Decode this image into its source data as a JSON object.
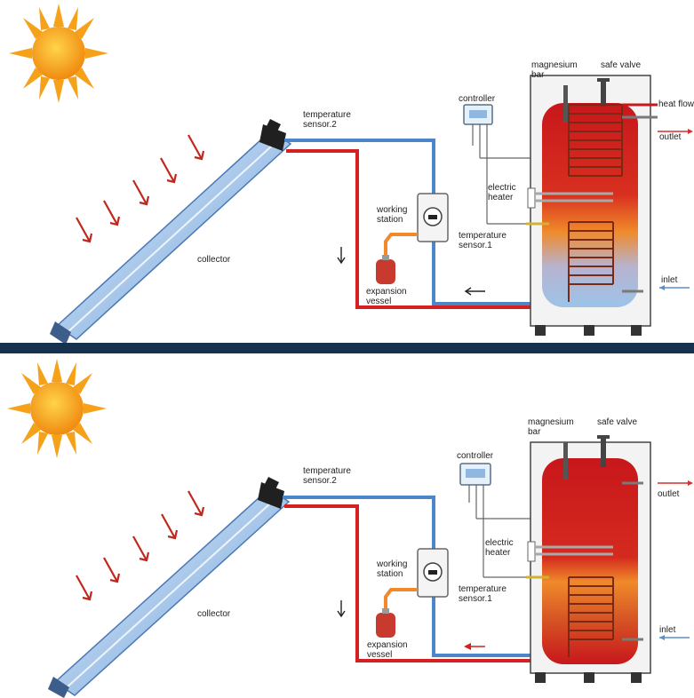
{
  "labels": {
    "temperature_sensor_2": [
      "temperature",
      "sensor.2"
    ],
    "controller": "controller",
    "magnesium_bar": [
      "magnesium",
      "bar"
    ],
    "safe_valve": "safe valve",
    "heat_flow": "heat flow",
    "outlet": "outlet",
    "electric_heater": [
      "electric",
      "heater"
    ],
    "working_station": [
      "working",
      "station"
    ],
    "temperature_sensor_1": [
      "temperature",
      "sensor.1"
    ],
    "collector": "collector",
    "expansion_vessel": [
      "expansion",
      "vessel"
    ],
    "inlet": "inlet"
  },
  "colors": {
    "hot_pipe": "#d42020",
    "cold_pipe": "#4a86c8",
    "tank_hot": "#c8171c",
    "tank_warm": "#f08a2a",
    "tank_cold": "#9cc3e8",
    "sun": "#f5a21a",
    "divider": "#16324f",
    "arrows": "#c0281e"
  },
  "icons": [
    "sun-icon",
    "sunlight-arrow-icon",
    "flow-arrow-icon",
    "pressure-gauge-icon",
    "controller-display-icon"
  ]
}
